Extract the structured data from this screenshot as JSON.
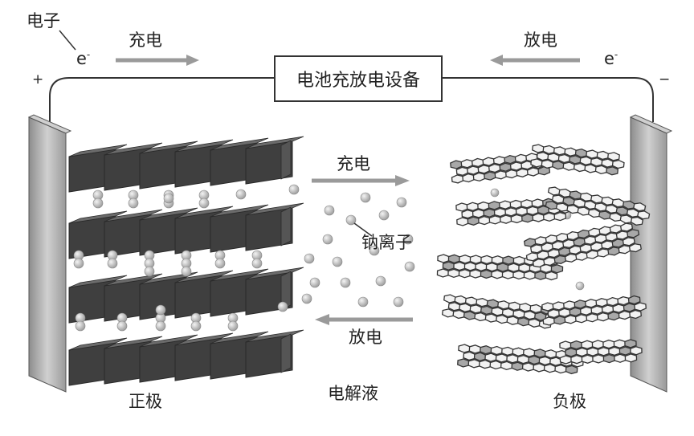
{
  "electron_label": "电子",
  "electron_symbol_left": "e",
  "electron_symbol_right": "e",
  "electron_charge": "-",
  "top_charge_label": "充电",
  "top_discharge_label": "放电",
  "device_label": "电池充放电设备",
  "plus_sign": "+",
  "minus_sign": "−",
  "mid_charge_label": "充电",
  "mid_discharge_label": "放电",
  "ion_label": "钠离子",
  "positive_label": "正极",
  "electrolyte_label": "电解液",
  "negative_label": "负极",
  "colors": {
    "arrow": "#9a9a9a",
    "plate_face": "#3f3f3f",
    "plate_top": "#6b6b6b",
    "ion": "#c4c4c4",
    "hex_light": "#f2f2f2",
    "hex_dark": "#a8a8a8",
    "collector": "#b8b8b8"
  }
}
